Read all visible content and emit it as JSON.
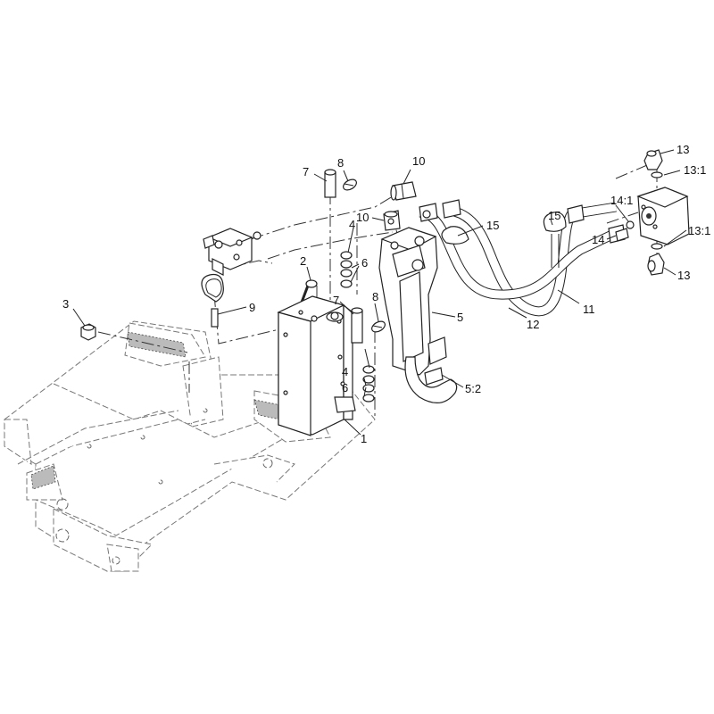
{
  "callouts": {
    "c1": "1",
    "c2": "2",
    "c3": "3",
    "c4a": "4",
    "c4b": "4",
    "c5": "5",
    "c5_2": "5:2",
    "c6a": "6",
    "c6b": "6",
    "c7a": "7",
    "c7b": "7",
    "c8a": "8",
    "c8b": "8",
    "c9": "9",
    "c10a": "10",
    "c10b": "10",
    "c11": "11",
    "c12": "12",
    "c13a": "13",
    "c13b": "13",
    "c13_1a": "13:1",
    "c13_1b": "13:1",
    "c14": "14",
    "c14_1": "14:1",
    "c15a": "15",
    "c15b": "15"
  }
}
